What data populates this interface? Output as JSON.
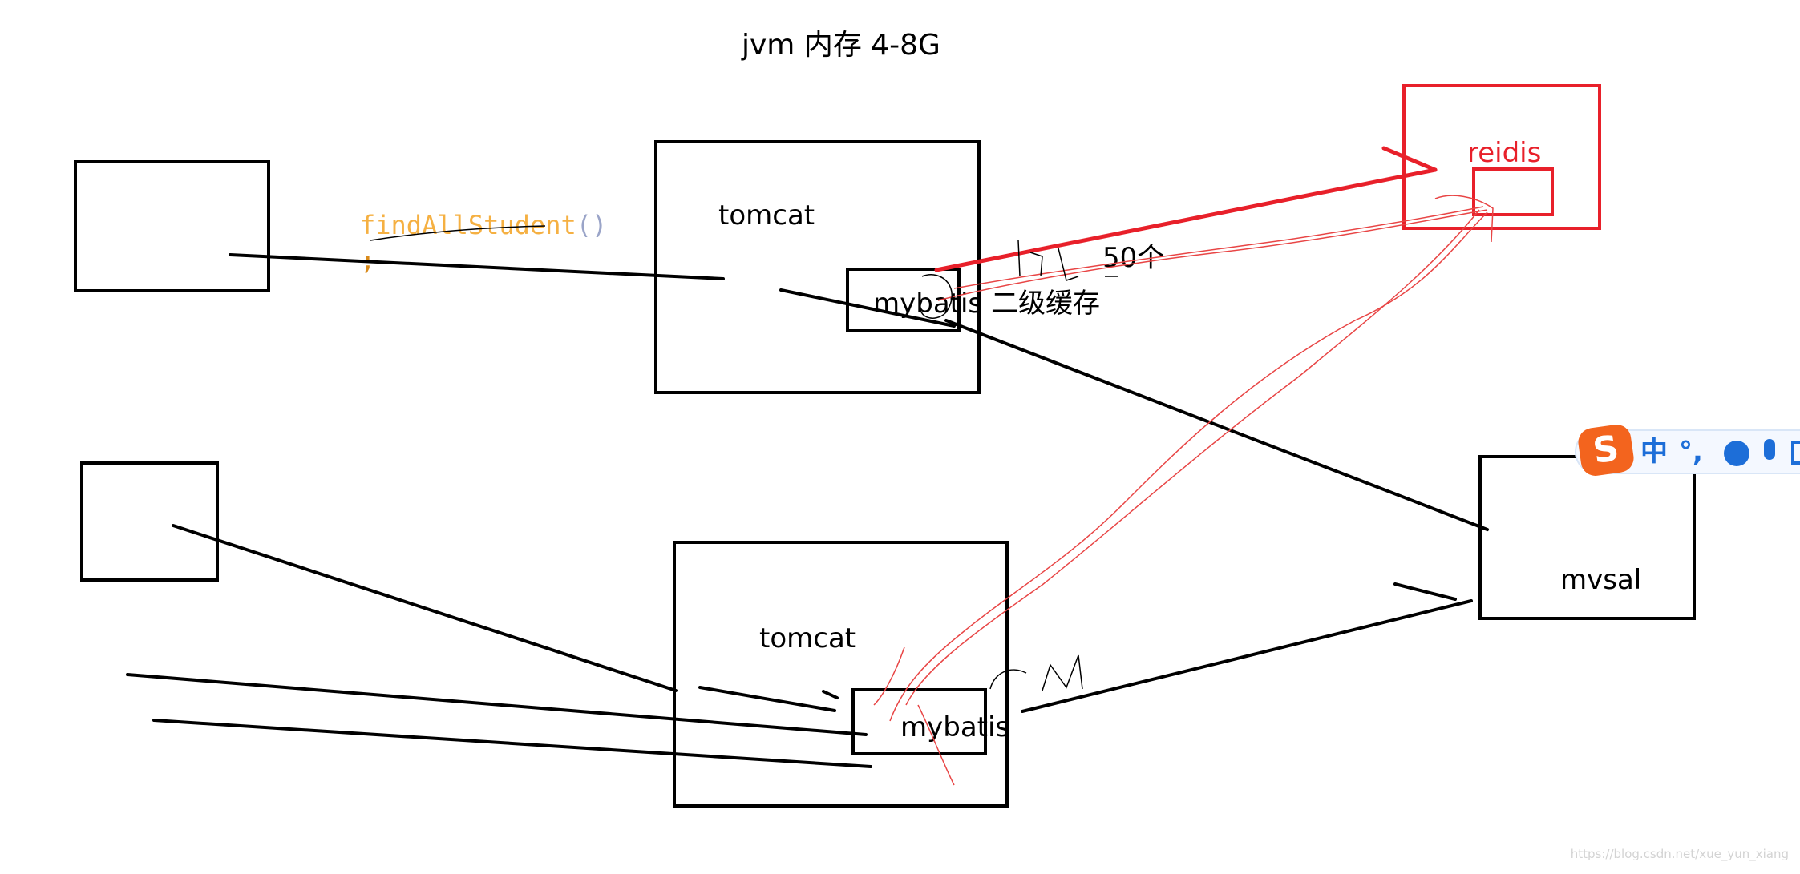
{
  "title": "jvm 内存   4-8G",
  "code_snippet": {
    "method": "findAllStudent",
    "parens": "()",
    "semicolon": ";"
  },
  "labels": {
    "tomcat_top": "tomcat",
    "mybatis_top": "mybatis 二级缓存",
    "fifty": "50个",
    "redis": "reidis",
    "tomcat_bottom": "tomcat",
    "mybatis_bottom": "mybatis",
    "mysql": "mvsal"
  },
  "ime_toolbar": {
    "logo": "S",
    "mode_label": "中",
    "punct_label": "°,",
    "icons": [
      "emoji-icon",
      "microphone-icon",
      "toolbox-icon"
    ]
  },
  "watermark": "https://blog.csdn.net/xue_yun_xiang",
  "colors": {
    "ink": "#000000",
    "redis_red": "#e8202a",
    "thin_red": "#e84545",
    "code_orange": "#f5b042",
    "code_paren": "#9aa4c8",
    "ime_blue": "#1d6ed8",
    "ime_orange": "#f3641e"
  }
}
